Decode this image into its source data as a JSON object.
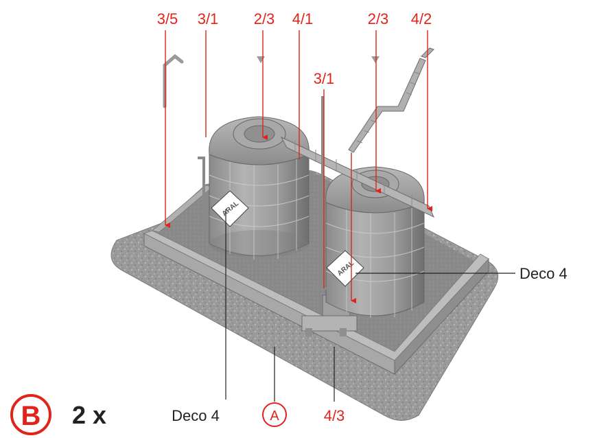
{
  "step": {
    "letter": "B",
    "quantity": "2 x"
  },
  "part_labels": {
    "top": [
      "3/5",
      "3/1",
      "2/3",
      "4/1",
      "2/3",
      "4/2"
    ],
    "mid": "3/1",
    "right_deco": "Deco 4",
    "bottom_deco": "Deco 4",
    "circled": "A",
    "bottom_part": "4/3"
  },
  "tank_logo": "ARAL",
  "colors": {
    "callout": "#e2231a",
    "model": "#8e8e8e",
    "text": "#222222"
  }
}
